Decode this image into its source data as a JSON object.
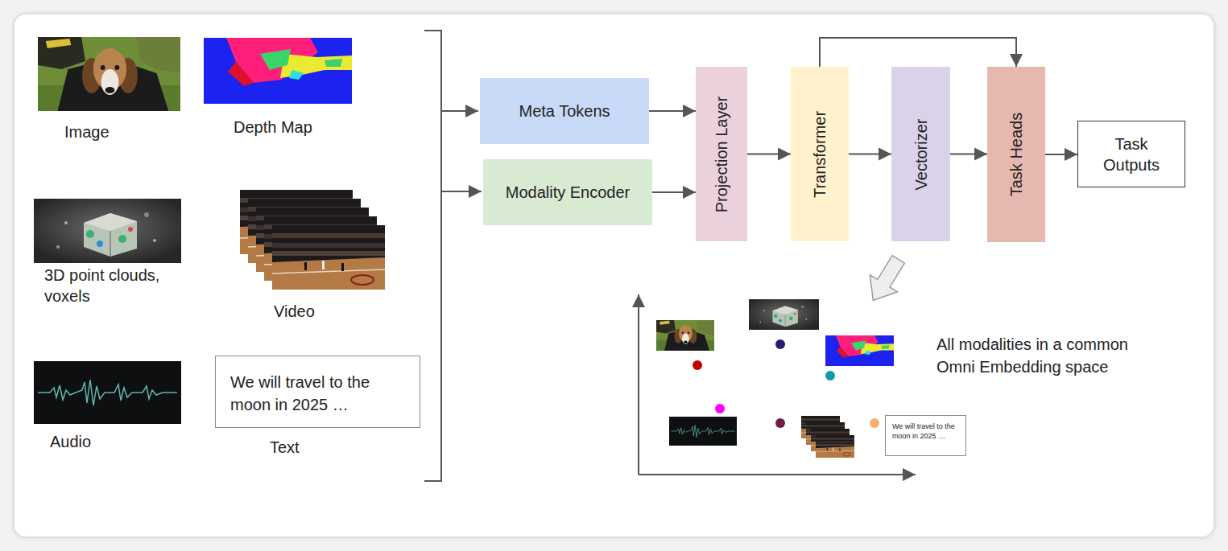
{
  "diagram": {
    "nodes": [
      {
        "text": [
          "We will travel to the moon in 2025 …"
        ]
      },
      {
        "text": [
          "Meta Tokens"
        ]
      },
      {
        "text": [
          "Modality Encoder"
        ]
      },
      {
        "text": [
          "Projection Layer"
        ]
      },
      {
        "text": [
          "Transformer"
        ]
      },
      {
        "text": [
          "Vectorizer"
        ]
      },
      {
        "text": [
          "Task Heads"
        ]
      },
      {
        "text": [
          "Task Outputs"
        ]
      },
      {
        "text": [
          "We will travel to the moon in 2025 …"
        ]
      }
    ],
    "edges": [
      {
        "from": 1,
        "to": 3,
        "arrow": "to"
      },
      {
        "from": 2,
        "to": 3,
        "arrow": "to"
      },
      {
        "from": 3,
        "to": 4,
        "arrow": "to"
      },
      {
        "from": 4,
        "to": 5,
        "arrow": "to"
      },
      {
        "from": 5,
        "to": 6,
        "arrow": "to"
      },
      {
        "from": 4,
        "to": 6,
        "arrow": "to"
      },
      {
        "from": 6,
        "to": 7,
        "arrow": "to"
      }
    ],
    "labels": [
      "Image",
      "Depth Map",
      "3D point clouds, voxels",
      "Video",
      "Audio",
      "Text",
      "All modalities in a common Omni Embedding space"
    ]
  }
}
